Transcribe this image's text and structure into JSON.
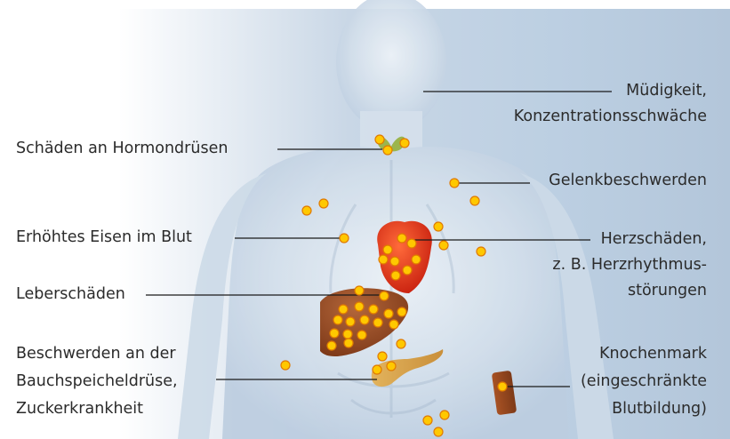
{
  "labels": {
    "muedigkeit": [
      "Müdigkeit,",
      "Konzentrationsschwäche"
    ],
    "hormondruesen": [
      "Schäden an Hormondrüsen"
    ],
    "gelenk": [
      "Gelenkbeschwerden"
    ],
    "eisen": [
      "Erhöhtes Eisen im Blut"
    ],
    "herz": [
      "Herzschäden,",
      "z. B. Herzrhythmus-",
      "störungen"
    ],
    "leber": [
      "Leberschäden"
    ],
    "bauch": [
      "Beschwerden an der",
      "Bauchspeicheldrüse,",
      "Zuckerkrankheit"
    ],
    "knochen": [
      "Knochenmark",
      "(eingeschränkte",
      "Blutbildung)"
    ]
  },
  "colors": {
    "background_fade": "#b7c9dc",
    "body": "#dbe6f0",
    "heart": "#e52c1a",
    "liver": "#9a4b23",
    "pancreas": "#d7a04a",
    "thyroid": "#9bb54d",
    "dot": "#ffc800",
    "dot_edge": "#e07a00",
    "leader_line": "#1a1a1a"
  }
}
